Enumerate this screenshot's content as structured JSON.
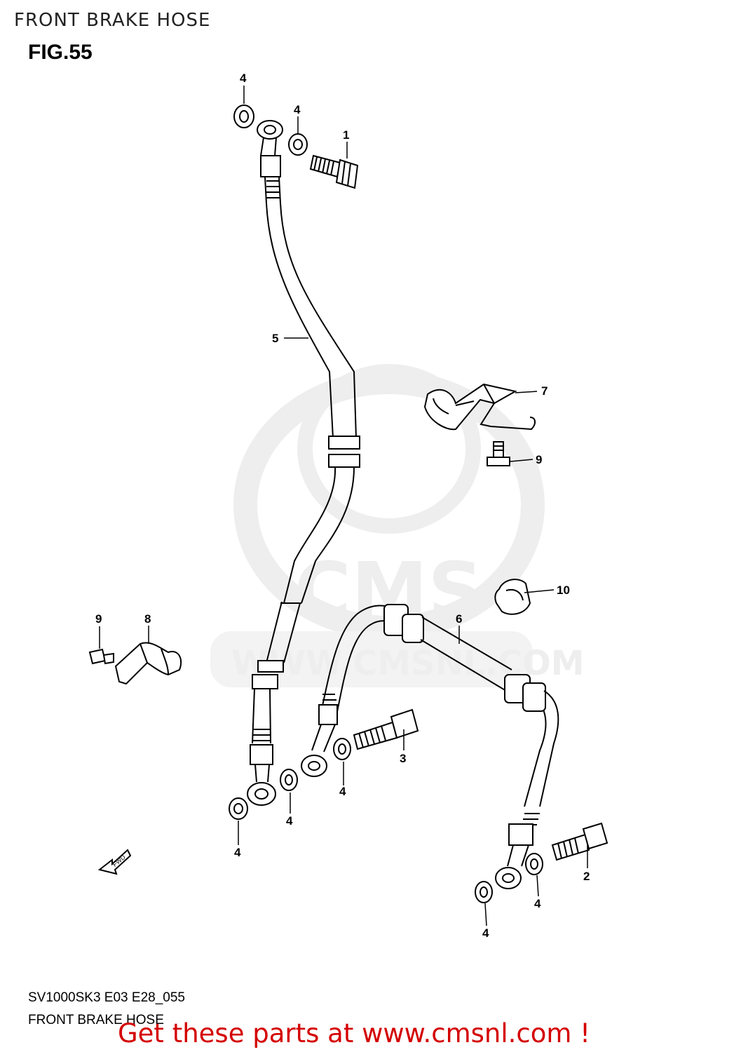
{
  "header": {
    "title": "FRONT BRAKE HOSE"
  },
  "figure": {
    "label": "FIG.55"
  },
  "watermark": {
    "brand": "CMS",
    "url": "WWW.CMSNL.COM"
  },
  "direction_arrow": {
    "label": "FWD"
  },
  "callouts": [
    {
      "id": "c-1",
      "number": "1"
    },
    {
      "id": "c-2",
      "number": "2"
    },
    {
      "id": "c-3",
      "number": "3"
    },
    {
      "id": "c-4a",
      "number": "4"
    },
    {
      "id": "c-4b",
      "number": "4"
    },
    {
      "id": "c-4c",
      "number": "4"
    },
    {
      "id": "c-4d",
      "number": "4"
    },
    {
      "id": "c-4e",
      "number": "4"
    },
    {
      "id": "c-4f",
      "number": "4"
    },
    {
      "id": "c-4g",
      "number": "4"
    },
    {
      "id": "c-5",
      "number": "5"
    },
    {
      "id": "c-6",
      "number": "6"
    },
    {
      "id": "c-7",
      "number": "7"
    },
    {
      "id": "c-8",
      "number": "8"
    },
    {
      "id": "c-9a",
      "number": "9"
    },
    {
      "id": "c-9b",
      "number": "9"
    },
    {
      "id": "c-10",
      "number": "10"
    }
  ],
  "footer": {
    "model_code": "SV1000SK3 E03 E28_055",
    "title": "FRONT BRAKE HOSE",
    "promo": "Get these parts at www.cmsnl.com !"
  },
  "colors": {
    "promo": "#d40000",
    "line": "#000000",
    "watermark": "#e6e6e6"
  }
}
